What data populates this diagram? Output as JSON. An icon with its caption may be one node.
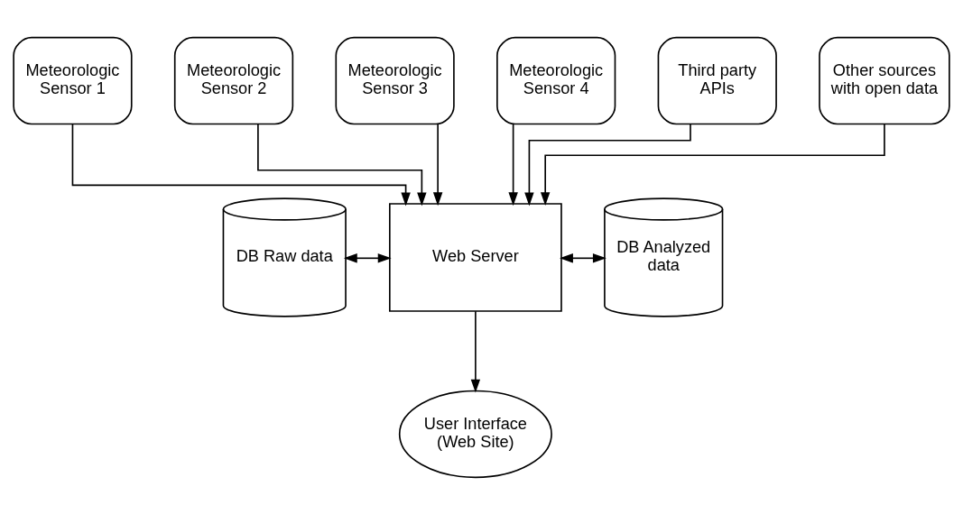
{
  "diagram": {
    "nodes": [
      {
        "text": [
          "Meteorologic Sensor 1"
        ]
      },
      {
        "text": [
          "Meteorologic Sensor 2"
        ]
      },
      {
        "text": [
          "Meteorologic Sensor 3"
        ]
      },
      {
        "text": [
          "Meteorologic Sensor 4"
        ]
      },
      {
        "text": [
          "Third party APIs"
        ]
      },
      {
        "text": [
          "Other sources with open data"
        ]
      },
      {
        "text": [
          "DB Raw data"
        ]
      },
      {
        "text": [
          "Web Server"
        ]
      },
      {
        "text": [
          "DB Analyzed data"
        ]
      },
      {
        "text": [
          "User Interface (Web Site)"
        ]
      }
    ],
    "edges": [
      {
        "from": 0,
        "to": 7,
        "arrow": "to"
      },
      {
        "from": 1,
        "to": 7,
        "arrow": "to"
      },
      {
        "from": 2,
        "to": 7,
        "arrow": "to"
      },
      {
        "from": 3,
        "to": 7,
        "arrow": "to"
      },
      {
        "from": 4,
        "to": 7,
        "arrow": "to"
      },
      {
        "from": 5,
        "to": 7,
        "arrow": "to"
      },
      {
        "from": 6,
        "to": 7,
        "arrow": "both"
      },
      {
        "from": 7,
        "to": 8,
        "arrow": "both"
      },
      {
        "from": 7,
        "to": 9,
        "arrow": "to"
      }
    ]
  }
}
